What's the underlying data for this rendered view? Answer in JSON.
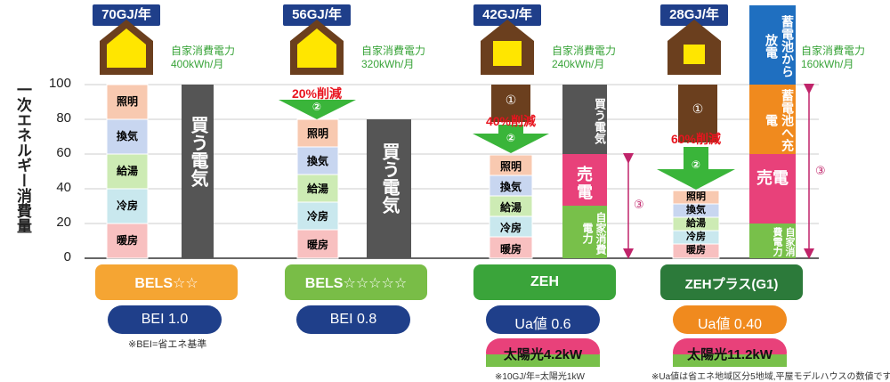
{
  "y_axis": {
    "label": "一次エネルギー消費量",
    "ticks": [
      "100",
      "80",
      "60",
      "40",
      "20",
      "0"
    ]
  },
  "columns": [
    {
      "energy_label": "70GJ/年",
      "self_power": [
        "自家消費電力",
        "400kWh/月"
      ],
      "segments": [
        "照明",
        "換気",
        "給湯",
        "冷房",
        "暖房"
      ],
      "bought_label": "買う電気",
      "badge": "BELS☆☆",
      "bei": "BEI 1.0",
      "note": "※BEI=省エネ基準"
    },
    {
      "energy_label": "56GJ/年",
      "self_power": [
        "自家消費電力",
        "320kWh/月"
      ],
      "reduction": "20%削減",
      "segments": [
        "照明",
        "換気",
        "給湯",
        "冷房",
        "暖房"
      ],
      "bought_label": "買う電気",
      "badge": "BELS☆☆☆☆☆",
      "bei": "BEI 0.8"
    },
    {
      "energy_label": "42GJ/年",
      "self_power": [
        "自家消費電力",
        "240kWh/月"
      ],
      "reduction": "40%削減",
      "segments": [
        "照明",
        "換気",
        "給湯",
        "冷房",
        "暖房"
      ],
      "bought_label": "買う電気",
      "sell_label": "売電",
      "self_consume_label": "自家消費電力",
      "badge": "ZEH",
      "ua": "Ua値 0.6",
      "solar": "太陽光4.2kW",
      "note": "※10GJ/年=太陽光1kW"
    },
    {
      "energy_label": "28GJ/年",
      "self_power": [
        "自家消費電力",
        "160kWh/月"
      ],
      "reduction": "60%削減",
      "segments": [
        "照明",
        "換気",
        "給湯",
        "冷房",
        "暖房"
      ],
      "discharge_label": "蓄電池から放電",
      "charge_label": "蓄電池へ充電",
      "sell_label": "売電",
      "self_consume_label": "自家消費電力",
      "badge": "ZEHプラス(G1)",
      "ua": "Ua値 0.40",
      "solar": "太陽光11.2kW",
      "note": "※Ua値は省エネ地域区分5地域,平屋モデルハウスの数値です"
    }
  ],
  "markers": {
    "one": "①",
    "two": "②",
    "three": "③"
  },
  "colors": {
    "navy": "#1f3f8a",
    "brown": "#6b3f1e",
    "yellow": "#ffe600",
    "green_text": "#3aa43a",
    "red_text": "#e8141e",
    "dark_bar": "#555555",
    "pink": "#e8417a",
    "green_bar": "#78c04a",
    "orange": "#f08a1e",
    "blue": "#1f6fc0",
    "arrow_green": "#3ab53a",
    "magenta_arrow": "#c0246a"
  }
}
